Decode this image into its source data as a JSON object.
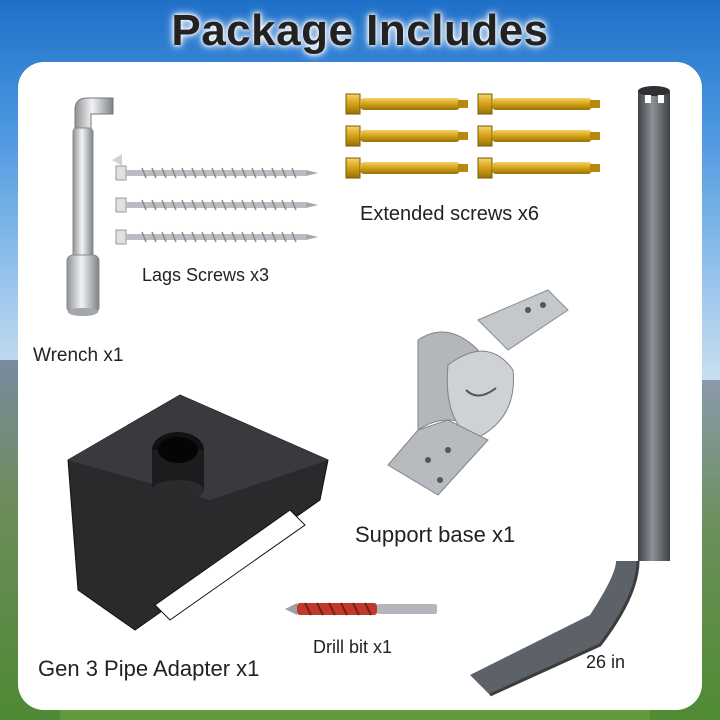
{
  "title": "Package Includes",
  "items": {
    "wrench": "Wrench x1",
    "lag_screws": "Lags Screws x3",
    "extended_screws": "Extended screws x6",
    "support_base": "Support base x1",
    "pipe_adapter": "Gen 3 Pipe Adapter x1",
    "drill_bit": "Drill bit x1",
    "pole_length": "26 in"
  },
  "colors": {
    "screw_gold": "#d4a017",
    "metal_silver": "#c9ccd0",
    "pole_gray": "#5d6168",
    "adapter_black": "#1e1e20",
    "drill_red": "#c0392b"
  }
}
